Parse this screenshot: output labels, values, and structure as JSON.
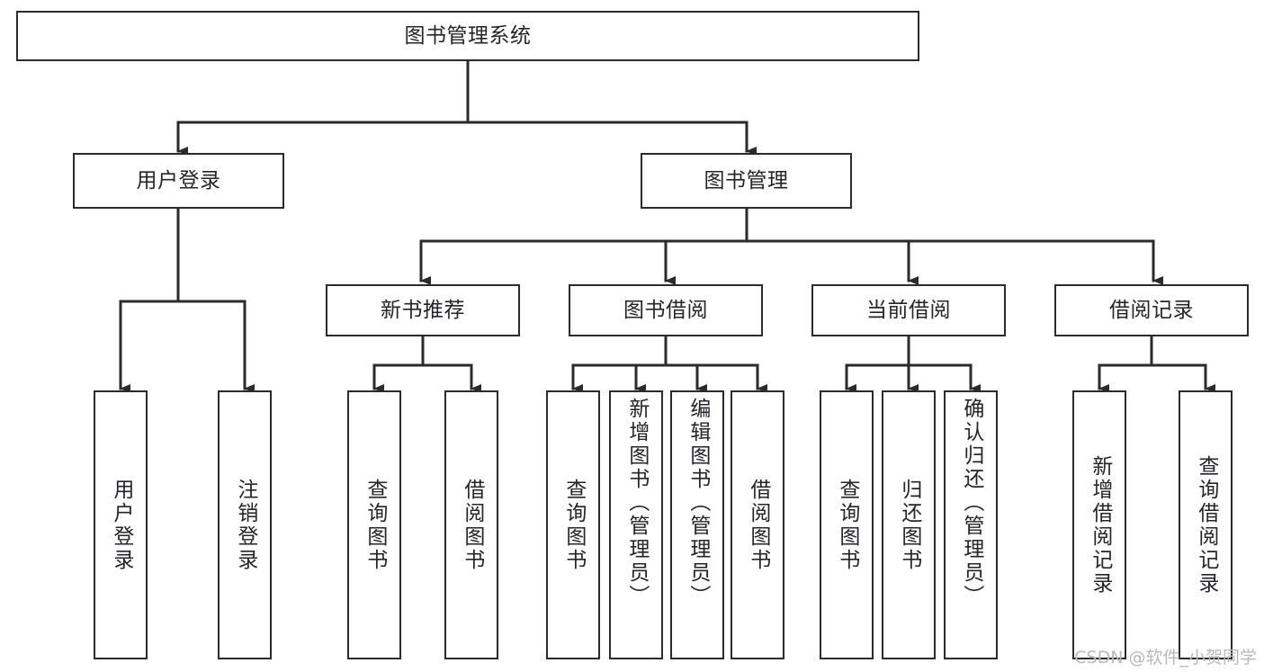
{
  "diagram": {
    "title": "图书管理系统",
    "type": "tree",
    "watermark": "CSDN @软件_小贺同学",
    "line_color": "#2b2b2b",
    "box_fill": "#ffffff",
    "text_color": "#23252b",
    "root": {
      "label": "图书管理系统"
    },
    "level2": [
      {
        "label": "用户登录"
      },
      {
        "label": "图书管理"
      }
    ],
    "level3": [
      {
        "label": "新书推荐"
      },
      {
        "label": "图书借阅"
      },
      {
        "label": "当前借阅"
      },
      {
        "label": "借阅记录"
      }
    ],
    "leaves_user_login": [
      {
        "label": "用户登录"
      },
      {
        "label": "注销登录"
      }
    ],
    "leaves_new_book": [
      {
        "label": "查询图书"
      },
      {
        "label": "借阅图书"
      }
    ],
    "leaves_borrow": [
      {
        "label": "查询图书"
      },
      {
        "label": "新增图书（管理员）"
      },
      {
        "label": "编辑图书（管理员）"
      },
      {
        "label": "借阅图书"
      }
    ],
    "leaves_current": [
      {
        "label": "查询图书"
      },
      {
        "label": "归还图书"
      },
      {
        "label": "确认归还（管理员）"
      }
    ],
    "leaves_record": [
      {
        "label": "新增借阅记录"
      },
      {
        "label": "查询借阅记录"
      }
    ]
  }
}
